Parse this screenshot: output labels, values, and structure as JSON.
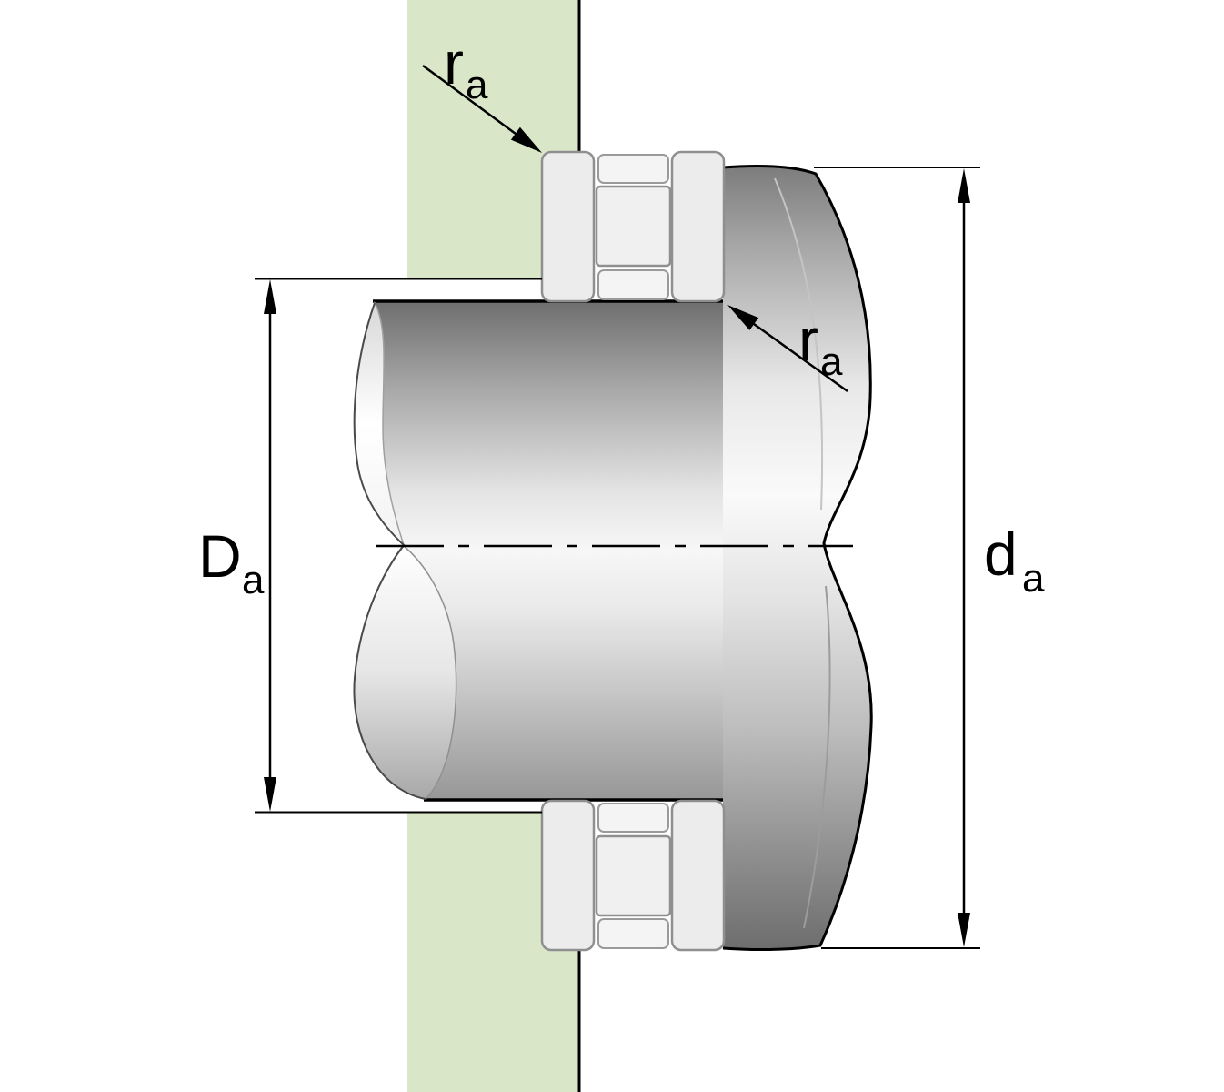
{
  "figure": {
    "kind": "engineering-sectional-drawing",
    "subject": "thrust-bearing-mounting-abutment-dimensions",
    "labels": {
      "fillet_top": {
        "main": "r",
        "sub": "a"
      },
      "fillet_inner": {
        "main": "r",
        "sub": "a"
      },
      "housing_abutment": {
        "main": "D",
        "sub": "a"
      },
      "shaft_abutment": {
        "main": "d",
        "sub": "a"
      }
    },
    "colors": {
      "background": "#ffffff",
      "housing_green": "#d9e6c8",
      "outline": "#000000",
      "component_fill": "#ececec",
      "component_stroke": "#8f8f8f",
      "cage_fill": "#f4f4f4",
      "roller_fill": "#f0f0f0",
      "shaft_dark": "#6e6e6e",
      "shaft_light": "#f7f7f7"
    }
  }
}
